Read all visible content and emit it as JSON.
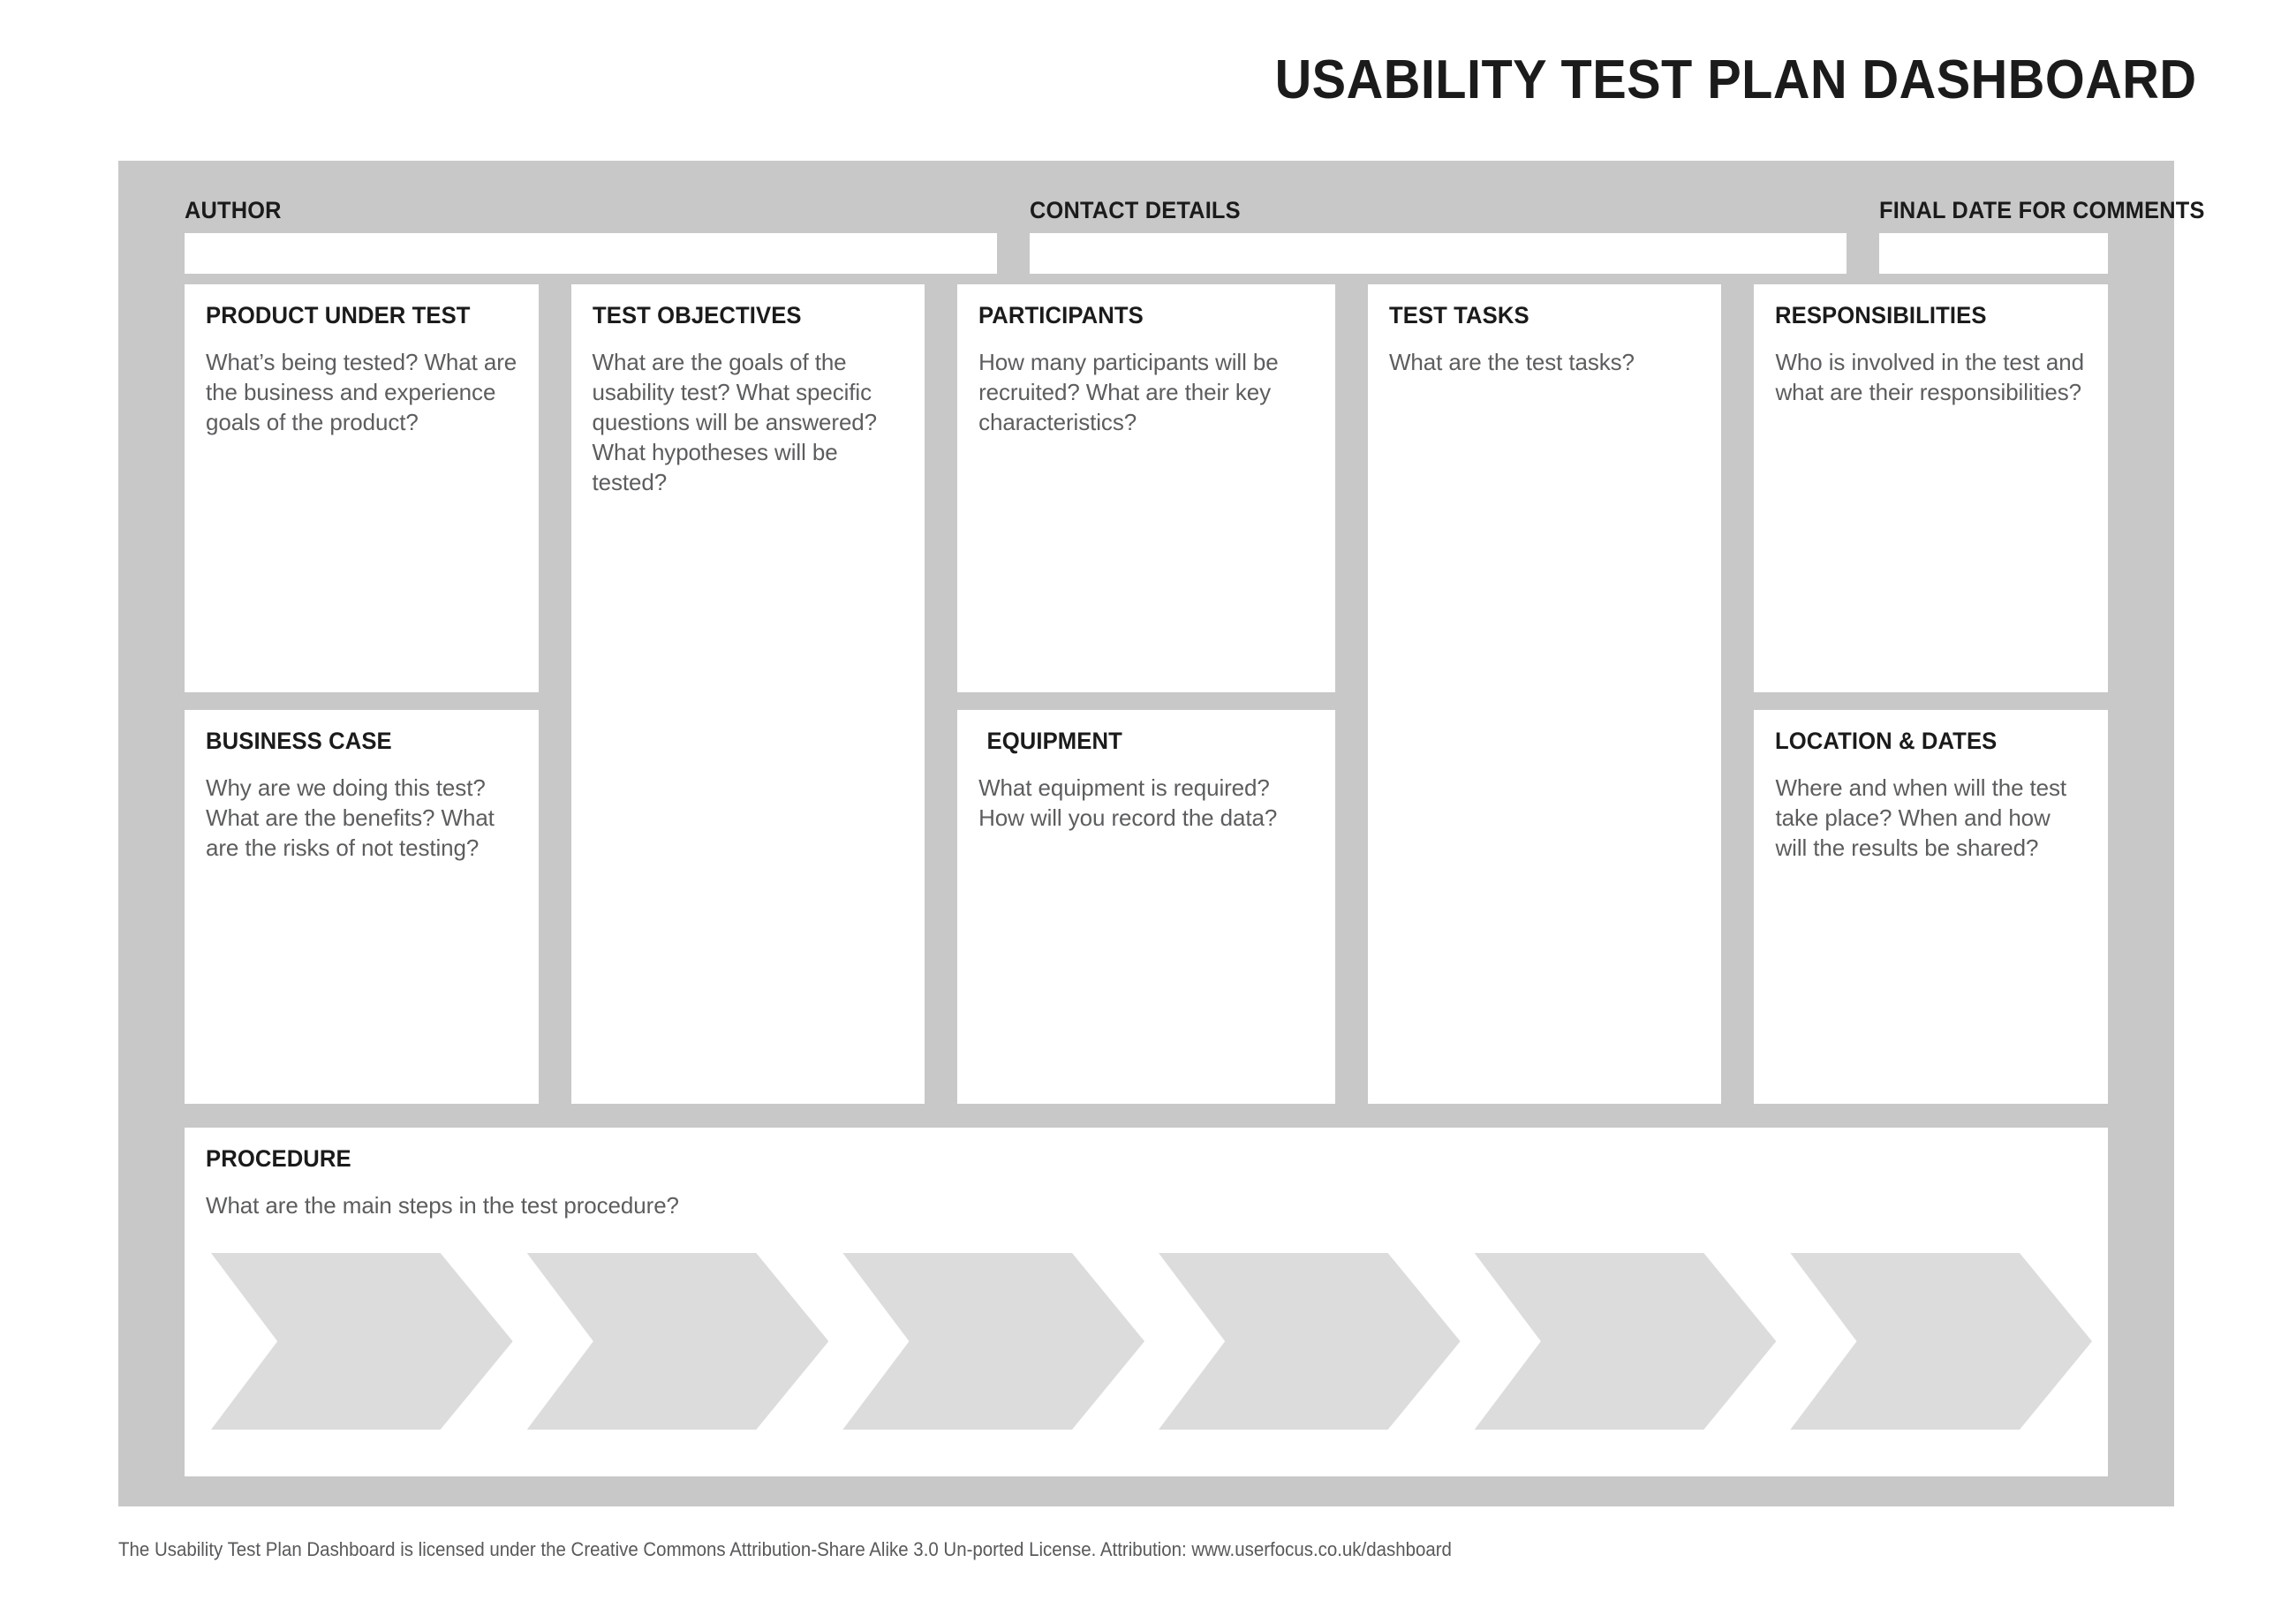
{
  "title": "USABILITY TEST PLAN DASHBOARD",
  "header_fields": [
    {
      "label": "AUTHOR",
      "value": "",
      "placeholder": ""
    },
    {
      "label": "CONTACT DETAILS",
      "value": "",
      "placeholder": ""
    },
    {
      "label": "FINAL DATE FOR COMMENTS",
      "value": "",
      "placeholder": ""
    }
  ],
  "cards": {
    "product_under_test": {
      "title": "PRODUCT UNDER TEST",
      "body": "What’s being tested? What are the business and experience goals of the product?"
    },
    "business_case": {
      "title": "BUSINESS CASE",
      "body": "Why are we doing this test? What are the benefits? What are the risks of not testing?"
    },
    "test_objectives": {
      "title": "TEST OBJECTIVES",
      "body": "What are the goals of the usability test? What specific questions will be answered? What hypotheses will be tested?"
    },
    "participants": {
      "title": "PARTICIPANTS",
      "body": "How many participants will be recruited? What are their key characteristics?"
    },
    "equipment": {
      "title": "EQUIPMENT",
      "body": "What equipment is required? How will you record the data?"
    },
    "test_tasks": {
      "title": "TEST TASKS",
      "body": "What are the test tasks?"
    },
    "responsibilities": {
      "title": "RESPONSIBILITIES",
      "body": "Who is involved in the test and what are their responsibilities?"
    },
    "location_dates": {
      "title": "LOCATION & DATES",
      "body": "Where and when will the test take place? When and how will the results be shared?"
    },
    "procedure": {
      "title": "PROCEDURE",
      "body": "What are the main steps in the test procedure?",
      "steps": [
        "",
        "",
        "",
        "",
        "",
        ""
      ]
    }
  },
  "footer": "The Usability Test Plan Dashboard is licensed under the Creative Commons Attribution-Share Alike 3.0 Un-ported License. Attribution: www.userfocus.co.uk/dashboard",
  "colors": {
    "frame_gray": "#c8c8c8",
    "card_white": "#ffffff",
    "chevron_gray": "#dcdcdc",
    "heading_black": "#1b1b1b",
    "body_gray": "#5c5d5f"
  }
}
